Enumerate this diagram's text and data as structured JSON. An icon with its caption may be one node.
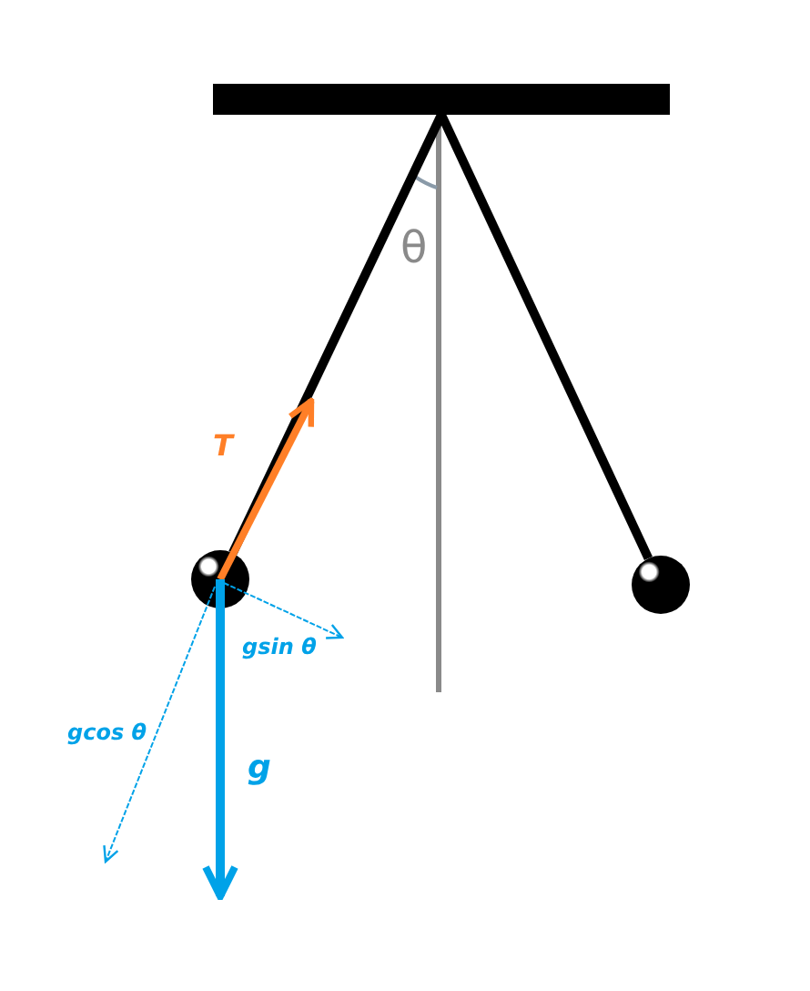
{
  "diagram": {
    "nodes": [
      {
        "text": [],
        "shape": "bar"
      },
      {
        "text": [],
        "shape": "circle"
      },
      {
        "text": [],
        "shape": "circle"
      }
    ],
    "edges": [
      {
        "from": 0,
        "to": 1,
        "arrow": "none"
      },
      {
        "from": 0,
        "to": 2,
        "arrow": "none"
      }
    ],
    "labels": [
      "θ",
      "T",
      "gsin θ",
      "gcos θ",
      "g"
    ]
  }
}
